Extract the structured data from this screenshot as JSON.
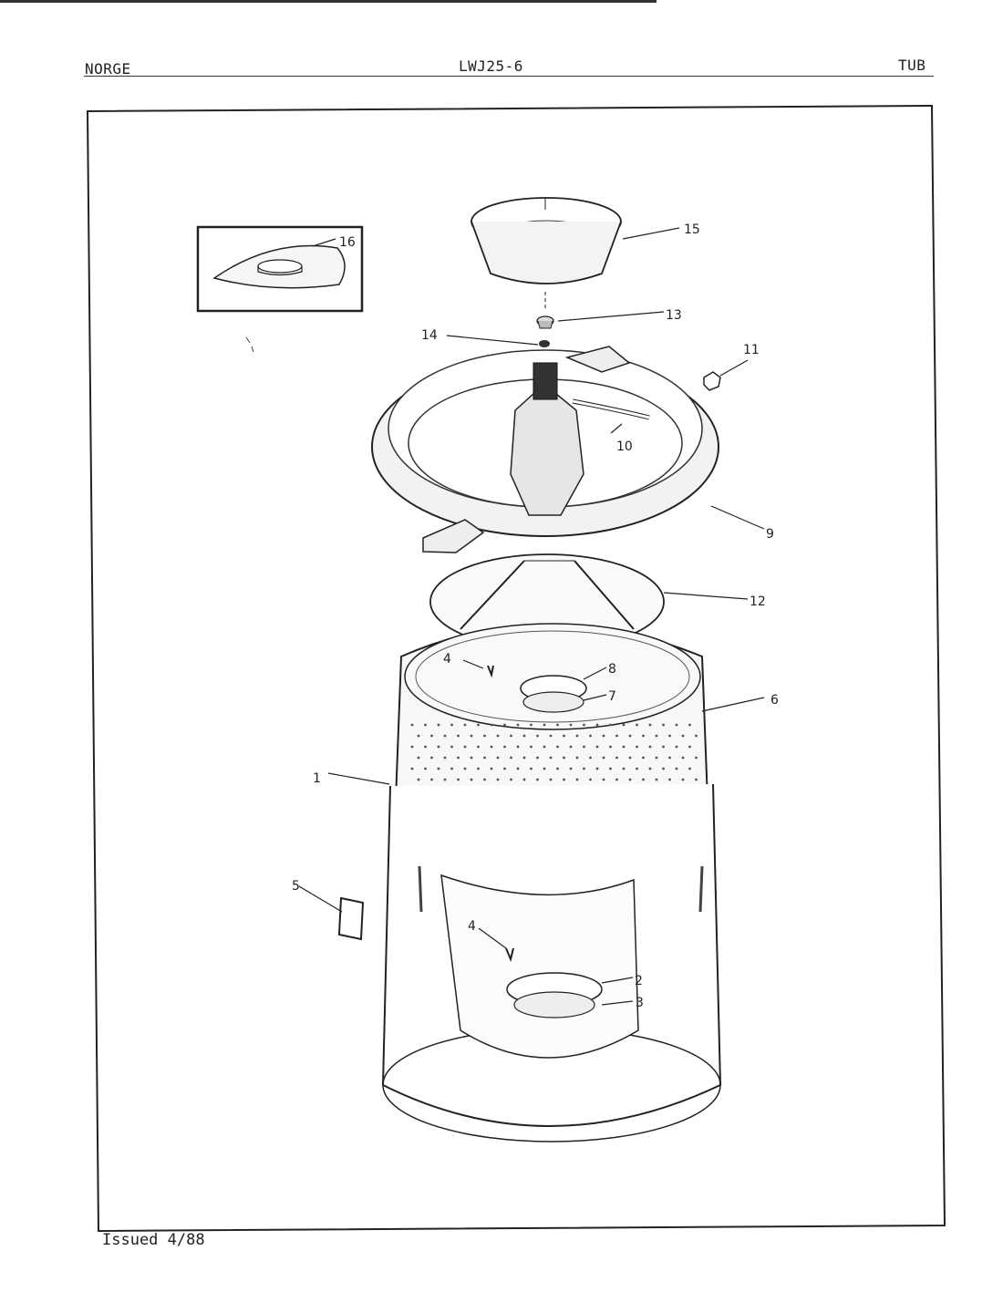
{
  "header": {
    "brand": "NORGE",
    "model": "LWJ25-6",
    "section": "TUB"
  },
  "footer": {
    "issued": "Issued 4/88"
  },
  "callouts": {
    "c1": "1",
    "c2": "2",
    "c3": "3",
    "c4a": "4",
    "c4b": "4",
    "c5": "5",
    "c6": "6",
    "c7": "7",
    "c8": "8",
    "c9": "9",
    "c10": "10",
    "c11": "11",
    "c12": "12",
    "c13": "13",
    "c14": "14",
    "c15": "15",
    "c16": "16"
  }
}
